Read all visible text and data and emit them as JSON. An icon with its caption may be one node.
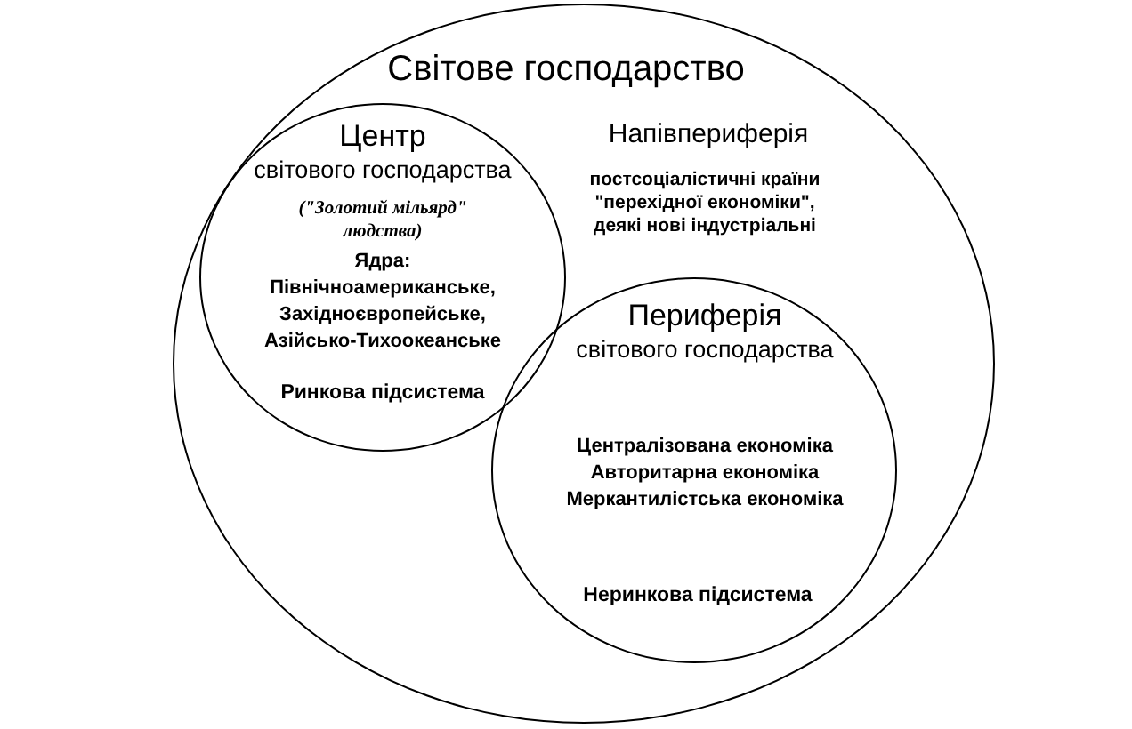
{
  "diagram": {
    "nodes": [
      {
        "text": [
          "Світове господарство",
          "Напівпериферія",
          "постсоціалістичні країни \"перехідної економіки\", деякі нові індустріальні"
        ]
      },
      {
        "text": [
          "Центр світового господарства",
          "(\"Золотий мільярд\" людства)",
          "Ядра: Північноамериканське, Західноєвропейське, Азійсько-Тихоокеанське",
          "Ринкова підсистема"
        ],
        "in": 0
      },
      {
        "text": [
          "Периферія світового господарства",
          "Централізована економіка",
          "Авторитарна економіка",
          "Меркантилістська економіка",
          "Неринкова підсистема"
        ],
        "in": 0
      }
    ]
  }
}
